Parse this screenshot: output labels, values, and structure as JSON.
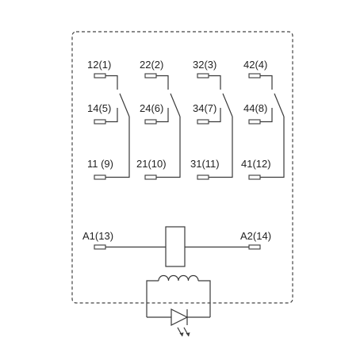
{
  "contacts": [
    {
      "nc": "12(1)",
      "no": "14(5)",
      "com": "11 (9)"
    },
    {
      "nc": "22(2)",
      "no": "24(6)",
      "com": "21(10)"
    },
    {
      "nc": "32(3)",
      "no": "34(7)",
      "com": "31(11)"
    },
    {
      "nc": "42(4)",
      "no": "44(8)",
      "com": "41(12)"
    }
  ],
  "coil": {
    "a1": "A1(13)",
    "a2": "A2(14)"
  },
  "icons": [
    "relay-coil-icon",
    "inductor-icon",
    "led-icon"
  ]
}
